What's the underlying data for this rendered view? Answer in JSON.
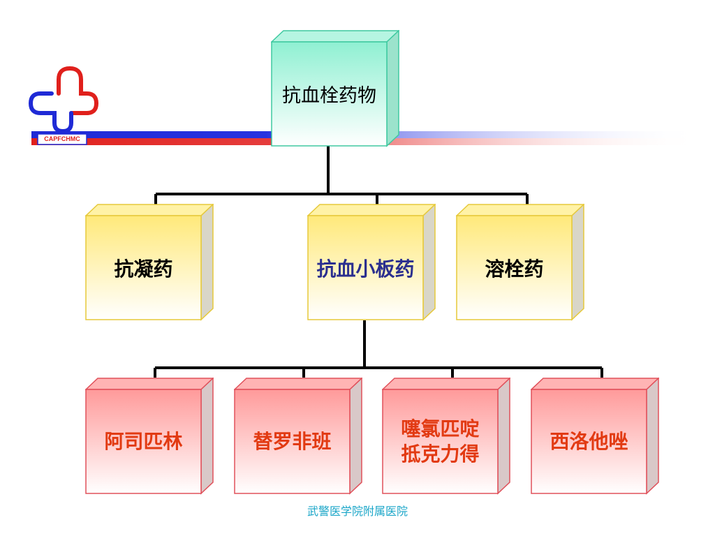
{
  "logo": {
    "text": "CAPFCHMC",
    "icon": "red-blue-cross-logo"
  },
  "tree": {
    "root": "抗血栓药物",
    "mid": [
      {
        "label": "抗凝药",
        "emphasis": false
      },
      {
        "label": "抗血小板药",
        "emphasis": true
      },
      {
        "label": "溶栓药",
        "emphasis": false
      }
    ],
    "leaves": [
      {
        "label": "阿司匹林"
      },
      {
        "label": "替罗非班"
      },
      {
        "label": "噻氯匹啶\n抵克力得"
      },
      {
        "label": "西洛他唑"
      }
    ]
  },
  "footer": "武警医学院附属医院",
  "colors": {
    "root_face": "#c4f5e6",
    "root_edge": "#3fc9a0",
    "mid_face": "#fff7c8",
    "mid_edge": "#e6c93a",
    "leaf_face": "#ffc8c8",
    "leaf_edge": "#e0505a",
    "leaf_text": "#e23a12",
    "emphasis_text": "#2b2f8f",
    "footer_text": "#1aa6c8",
    "connector": "#000000"
  }
}
